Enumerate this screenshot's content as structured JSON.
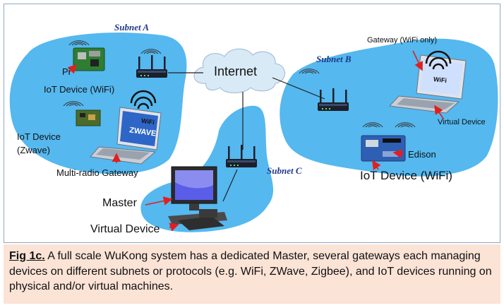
{
  "subnets": {
    "a": "Subnet A",
    "b": "Subnet B",
    "c": "Subnet C"
  },
  "cloud_label": "Internet",
  "labels": {
    "pi": "Pi",
    "iot_wifi_a": "IoT Device (WiFi)",
    "iot_zwave_line1": "IoT Device",
    "iot_zwave_line2": "(Zwave)",
    "multi_radio_gateway": "Multi-radio Gateway",
    "gateway_wifi_only": "Gateway (WiFi only)",
    "virtual_device_b": "Virtual Device",
    "edison": "Edison",
    "iot_device_wifi_b": "IoT Device (WiFi)",
    "master": "Master",
    "virtual_device_c": "Virtual Device"
  },
  "laptop_screens": {
    "wifi_zwave_top": "WiFi",
    "zwave_logo": "ZWAVE",
    "wifi_only": "WiFi"
  },
  "caption": {
    "label": "Fig 1c.",
    "text": " A full scale WuKong system has a dedicated Master, several gateways each managing devices on different subnets or protocols (e.g. WiFi, ZWave, Zigbee), and IoT devices running on physical and/or virtual machines."
  },
  "colors": {
    "subnet_fill": "#55b8ef",
    "cloud_fill": "#d9eaf7",
    "caption_bg": "#fbe3d6",
    "arrow": "#e02020",
    "subnet_label": "#1f3a8a"
  }
}
